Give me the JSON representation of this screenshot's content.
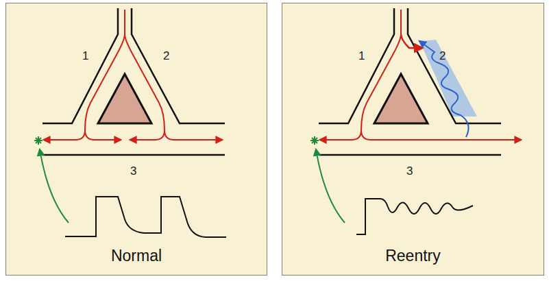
{
  "diagram": {
    "nodes": [
      {
        "text": [
          "Normal"
        ]
      },
      {
        "text": [
          "Reentry"
        ]
      }
    ],
    "labels": [
      "1",
      "2",
      "3",
      "1",
      "2",
      "3"
    ]
  }
}
